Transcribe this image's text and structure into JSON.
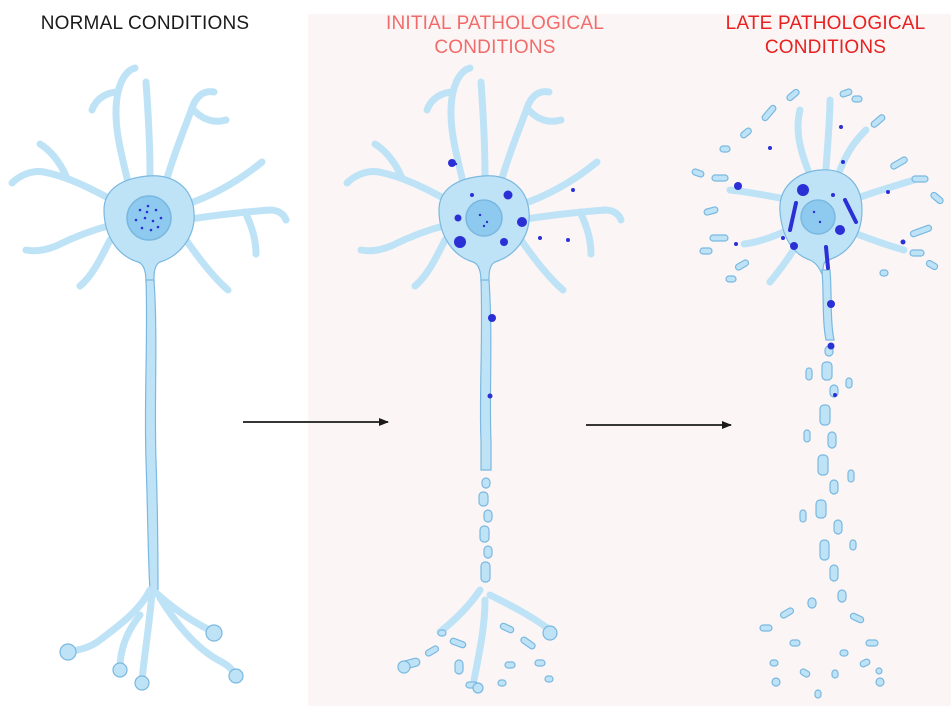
{
  "stages": [
    {
      "id": "normal",
      "title_lines": [
        "NORMAL CONDITIONS"
      ],
      "color": "#1a1a1a"
    },
    {
      "id": "initial",
      "title_lines": [
        "INITIAL PATHOLOGICAL",
        "CONDITIONS"
      ],
      "color": "#f26b6b"
    },
    {
      "id": "late",
      "title_lines": [
        "LATE PATHOLOGICAL",
        "CONDITIONS"
      ],
      "color": "#e8201f"
    }
  ],
  "colors": {
    "neuron_fill": "#bfe3f6",
    "neuron_stroke": "#7ab8e0",
    "nucleus": "#8ec9ef",
    "aggregate": "#2b2fd6",
    "arrow": "#1a1a1a",
    "highlight_bg": "#fbf6f5"
  }
}
